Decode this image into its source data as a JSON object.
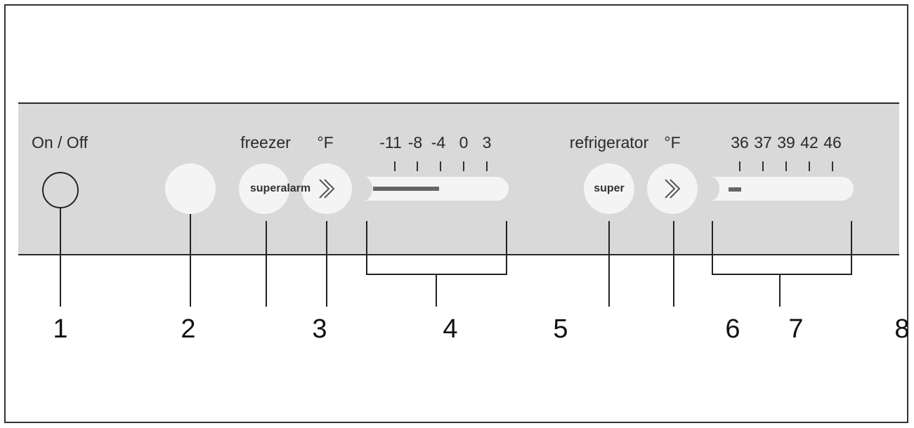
{
  "panel": {
    "on_off_label": "On / Off",
    "freezer_label": "freezer",
    "freezer_unit": "°F",
    "refrigerator_label": "refrigerator",
    "refrigerator_unit": "°F",
    "superalarm_button": "superalarm",
    "super_button": "super",
    "freezer_scale": [
      "-11",
      "-8",
      "-4",
      "0",
      "3"
    ],
    "refrigerator_scale": [
      "36",
      "37",
      "39",
      "42",
      "46"
    ]
  },
  "callouts": [
    "1",
    "2",
    "3",
    "4",
    "5",
    "6",
    "7",
    "8"
  ]
}
